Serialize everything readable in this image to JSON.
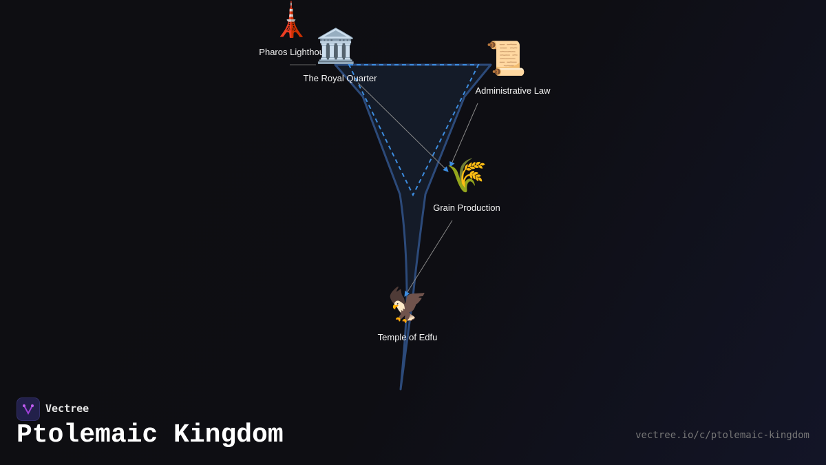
{
  "diagram": {
    "nodes": [
      {
        "id": "pharos",
        "label": "Pharos Lighthouse",
        "icon": "tower-icon",
        "emoji": "🗼"
      },
      {
        "id": "royal",
        "label": "The Royal Quarter",
        "icon": "classical-building-icon",
        "emoji": "🏛️"
      },
      {
        "id": "admin",
        "label": "Administrative Law",
        "icon": "scroll-icon",
        "emoji": "📜"
      },
      {
        "id": "grain",
        "label": "Grain Production",
        "icon": "wheat-icon",
        "emoji": "🌾"
      },
      {
        "id": "edfu",
        "label": "Temple of Edfu",
        "icon": "eagle-icon",
        "emoji": "🦅"
      }
    ],
    "edges": [
      {
        "from": "pharos",
        "to": "royal"
      },
      {
        "from": "royal",
        "to": "grain"
      },
      {
        "from": "admin",
        "to": "grain"
      },
      {
        "from": "grain",
        "to": "edfu"
      }
    ],
    "colors": {
      "funnel_stroke": "#2c4a7a",
      "funnel_fill": "#141b28",
      "dashed": "#3d8de0",
      "edge": "#888888"
    }
  },
  "footer": {
    "brand": "Vectree",
    "title": "Ptolemaic Kingdom",
    "url": "vectree.io/c/ptolemaic-kingdom"
  }
}
